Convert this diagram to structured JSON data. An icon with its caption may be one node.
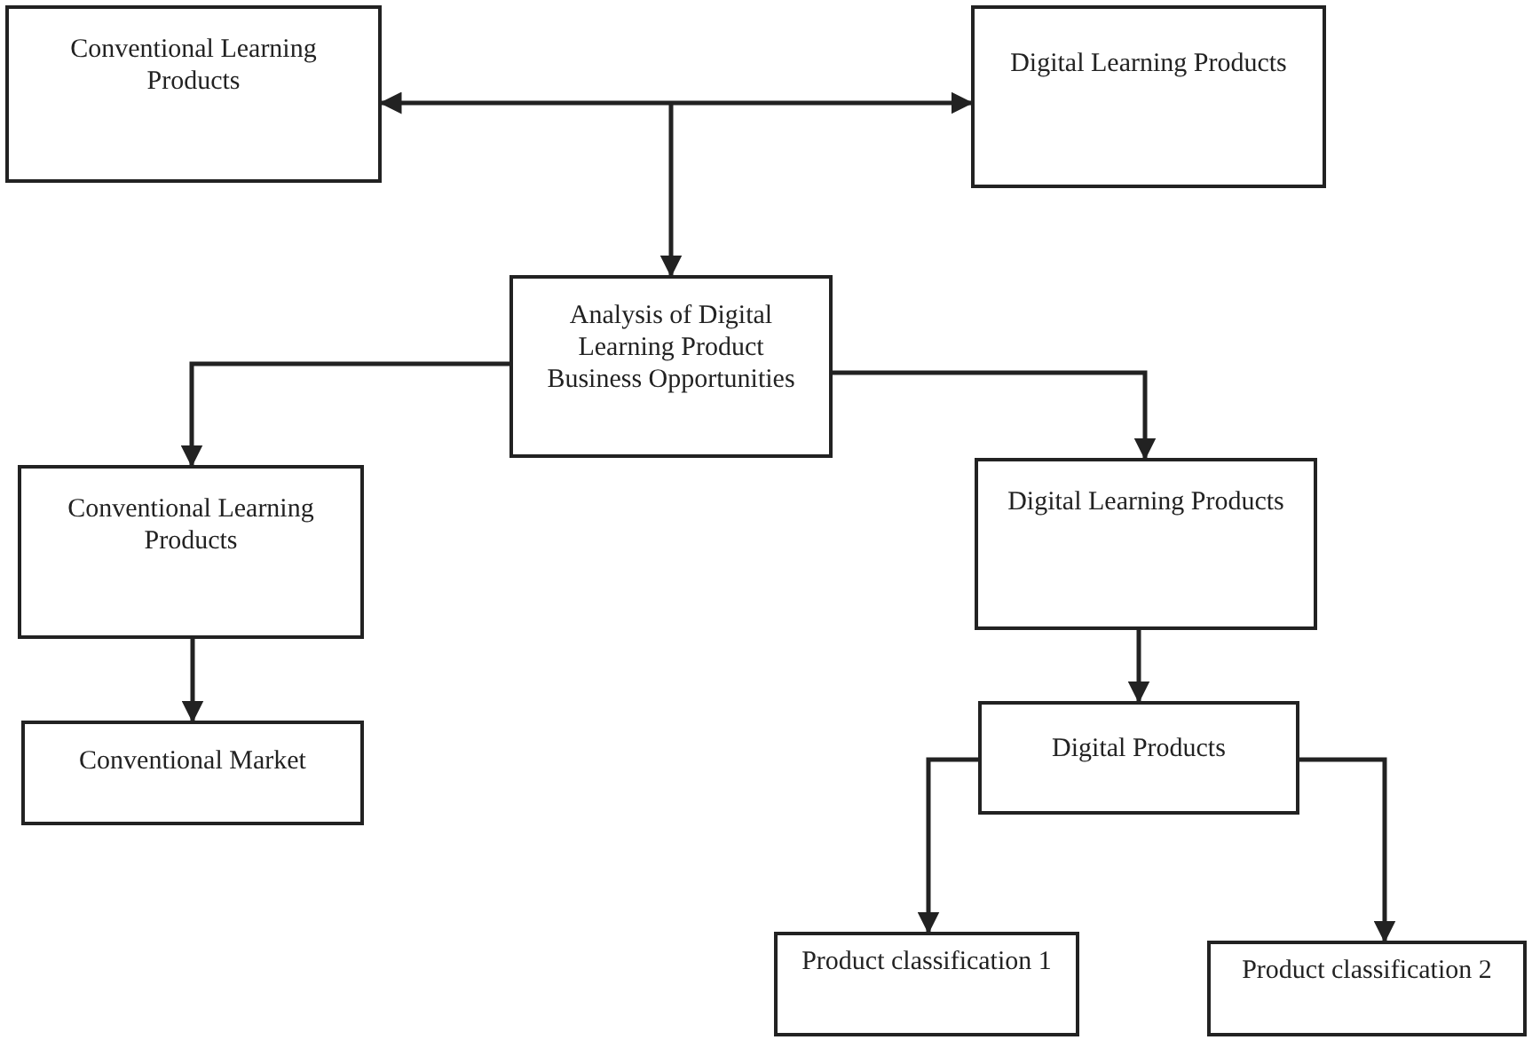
{
  "diagram": {
    "nodes": [
      {
        "text": [
          "Conventional Learning Products"
        ]
      },
      {
        "text": [
          "Digital Learning Products"
        ]
      },
      {
        "text": [
          "Analysis of Digital Learning Product Business Opportunities"
        ]
      },
      {
        "text": [
          "Conventional Learning Products"
        ]
      },
      {
        "text": [
          "Digital Learning Products"
        ]
      },
      {
        "text": [
          "Conventional Market"
        ]
      },
      {
        "text": [
          "Digital Products"
        ]
      },
      {
        "text": [
          "Product classification 1"
        ]
      },
      {
        "text": [
          "Product classification 2"
        ]
      }
    ],
    "edges": [
      {
        "from": 0,
        "to": 1,
        "arrow": "both"
      },
      {
        "from": null,
        "to": 2,
        "arrow": "to"
      },
      {
        "from": 2,
        "to": 3,
        "arrow": "to"
      },
      {
        "from": 2,
        "to": 4,
        "arrow": "to"
      },
      {
        "from": 3,
        "to": 5,
        "arrow": "to"
      },
      {
        "from": 4,
        "to": 6,
        "arrow": "to"
      },
      {
        "from": 6,
        "to": 7,
        "arrow": "to"
      },
      {
        "from": 6,
        "to": 8,
        "arrow": "to"
      }
    ]
  }
}
